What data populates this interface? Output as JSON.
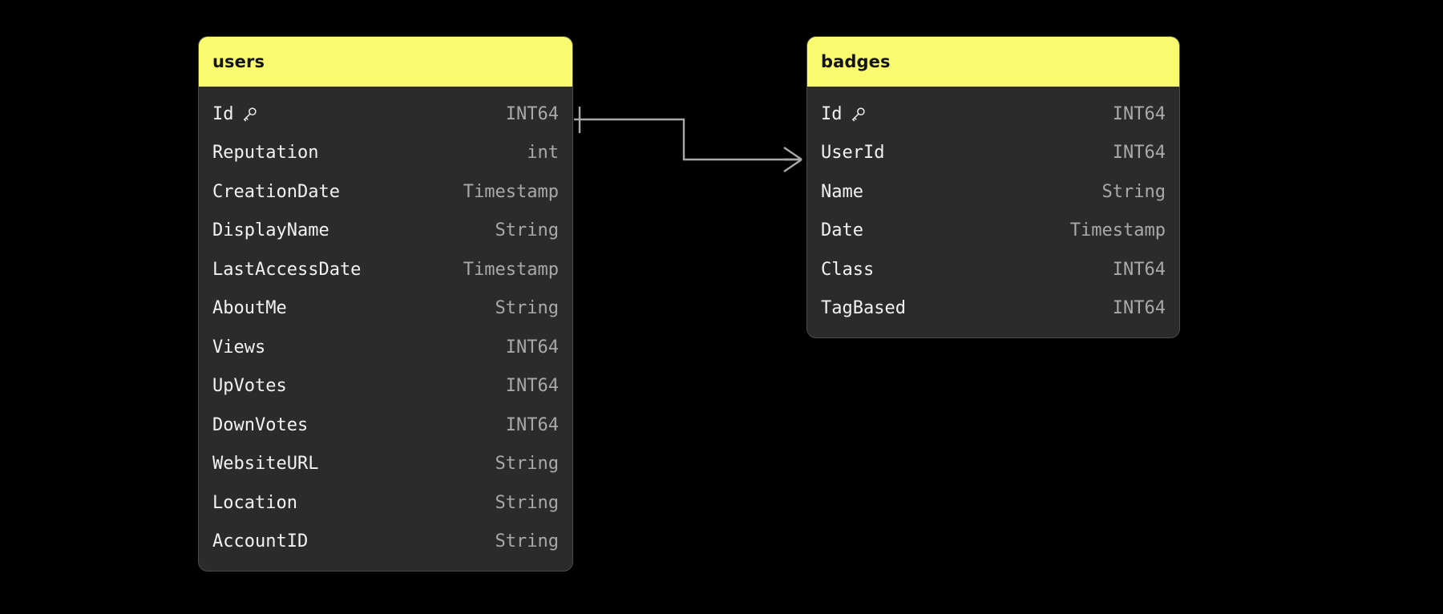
{
  "diagram": {
    "type": "entity-relationship-diagram",
    "background_color": "#000000",
    "header_color": "#fafa6e",
    "body_color": "#2b2b2b",
    "field_name_color": "#f2f2f2",
    "field_type_color": "#a9a9a9",
    "connector_color": "#a8a8a8",
    "key_icon": "key-icon"
  },
  "tables": [
    {
      "id": "users",
      "name": "users",
      "fields": [
        {
          "name": "Id",
          "type": "INT64",
          "primary_key": true
        },
        {
          "name": "Reputation",
          "type": "int",
          "primary_key": false
        },
        {
          "name": "CreationDate",
          "type": "Timestamp",
          "primary_key": false
        },
        {
          "name": "DisplayName",
          "type": "String",
          "primary_key": false
        },
        {
          "name": "LastAccessDate",
          "type": "Timestamp",
          "primary_key": false
        },
        {
          "name": "AboutMe",
          "type": "String",
          "primary_key": false
        },
        {
          "name": "Views",
          "type": "INT64",
          "primary_key": false
        },
        {
          "name": "UpVotes",
          "type": "INT64",
          "primary_key": false
        },
        {
          "name": "DownVotes",
          "type": "INT64",
          "primary_key": false
        },
        {
          "name": "WebsiteURL",
          "type": "String",
          "primary_key": false
        },
        {
          "name": "Location",
          "type": "String",
          "primary_key": false
        },
        {
          "name": "AccountID",
          "type": "String",
          "primary_key": false
        }
      ]
    },
    {
      "id": "badges",
      "name": "badges",
      "fields": [
        {
          "name": "Id",
          "type": "INT64",
          "primary_key": true
        },
        {
          "name": "UserId",
          "type": "INT64",
          "primary_key": false
        },
        {
          "name": "Name",
          "type": "String",
          "primary_key": false
        },
        {
          "name": "Date",
          "type": "Timestamp",
          "primary_key": false
        },
        {
          "name": "Class",
          "type": "INT64",
          "primary_key": false
        },
        {
          "name": "TagBased",
          "type": "INT64",
          "primary_key": false
        }
      ]
    }
  ],
  "relationships": [
    {
      "from_table": "users",
      "from_field": "Id",
      "to_table": "badges",
      "to_field": "UserId",
      "from_cardinality": "one",
      "to_cardinality": "many",
      "label": "users.Id 1 — * badges.UserId"
    }
  ]
}
